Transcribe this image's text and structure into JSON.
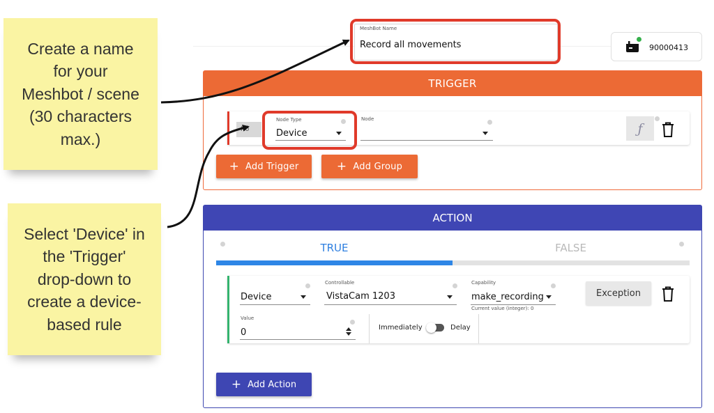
{
  "notes": {
    "name": [
      "Create a name",
      "for your",
      "Meshbot / scene",
      "(30 characters",
      "max.)"
    ],
    "device": [
      "Select 'Device' in",
      "the 'Trigger'",
      "drop-down to",
      "create a device-",
      "based rule"
    ]
  },
  "meshbot_name": {
    "label": "MeshBot Name",
    "value": "Record all movements"
  },
  "hub": {
    "id": "90000413",
    "status_color": "#35b04b"
  },
  "trigger": {
    "title": "TRIGGER",
    "chip": "No",
    "node_type": {
      "label": "Node Type",
      "value": "Device"
    },
    "node": {
      "label": "Node",
      "value": ""
    },
    "function_icon": "ƒ",
    "add_trigger": "Add Trigger",
    "add_group": "Add Group"
  },
  "action": {
    "title": "ACTION",
    "tabs": {
      "true_label": "TRUE",
      "false_label": "FALSE",
      "selected": "TRUE"
    },
    "type": {
      "value": "Device"
    },
    "controllable": {
      "label": "Controllable",
      "value": "VistaCam 1203"
    },
    "capability": {
      "label": "Capability",
      "value": "make_recording",
      "hint": "Current value (integer): 0"
    },
    "exception": "Exception",
    "value": {
      "label": "Value",
      "current": "0"
    },
    "timing": {
      "left": "Immediately",
      "right": "Delay"
    },
    "add_action": "Add Action"
  },
  "colors": {
    "trigger": "#ec6a35",
    "action": "#3f46b4",
    "highlight": "#e03a2a",
    "tab_active": "#2e86e6",
    "note": "#faf4a3"
  },
  "icons": [
    "plus-icon",
    "trash-icon",
    "caret-down-icon",
    "info-icon",
    "function-icon",
    "hub-icon",
    "stepper-icon",
    "toggle-icon",
    "arrow-icon"
  ]
}
